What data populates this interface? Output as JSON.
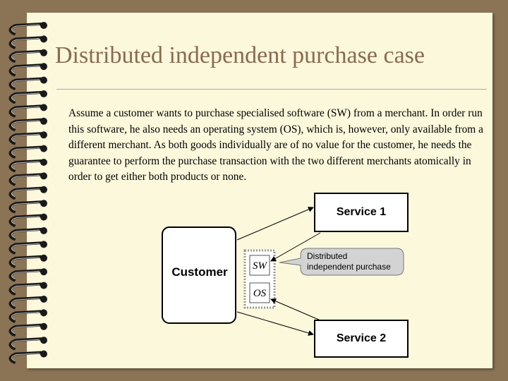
{
  "slide": {
    "title": "Distributed independent purchase case",
    "paragraph": "Assume a customer wants to purchase specialised software (SW) from a merchant. In order run this software, he also needs an operating system (OS), which is, however, only available from a different merchant. As both goods individually are of no value for the customer, he needs the guarantee to perform the purchase transaction with the two different merchants atomically in order to get either both products or none."
  },
  "diagram": {
    "customer_label": "Customer",
    "service1_label": "Service 1",
    "service2_label": "Service 2",
    "sw_label": "SW",
    "os_label": "OS",
    "callout_line1": "Distributed",
    "callout_line2": "independent purchase"
  },
  "colors": {
    "background": "#8b7355",
    "paper": "#fbf8dc",
    "title": "#8b6a4f",
    "callout_fill": "#d3d3d3",
    "group_border": "#999999"
  }
}
